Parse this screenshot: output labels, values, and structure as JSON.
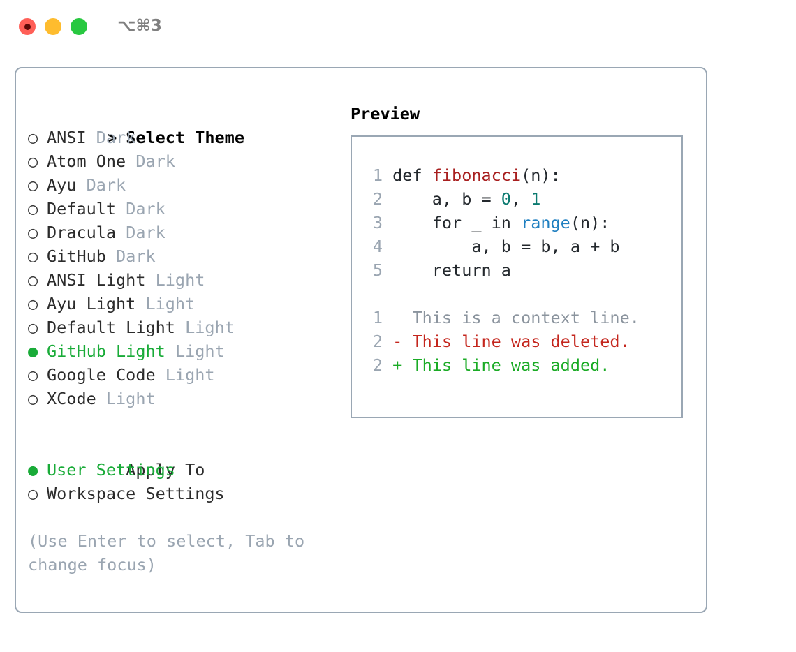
{
  "titlebar": {
    "shortcut": "⌥⌘3",
    "dots": [
      "close-red",
      "minimize-yellow",
      "maximize-green"
    ]
  },
  "left_panel": {
    "heading": {
      "prefix": "> ",
      "label": "Select Theme"
    },
    "themes": [
      {
        "bullet": "○",
        "name": "ANSI",
        "variant": "Dark",
        "selected": false
      },
      {
        "bullet": "○",
        "name": "Atom One",
        "variant": "Dark",
        "selected": false
      },
      {
        "bullet": "○",
        "name": "Ayu",
        "variant": "Dark",
        "selected": false
      },
      {
        "bullet": "○",
        "name": "Default",
        "variant": "Dark",
        "selected": false
      },
      {
        "bullet": "○",
        "name": "Dracula",
        "variant": "Dark",
        "selected": false
      },
      {
        "bullet": "○",
        "name": "GitHub",
        "variant": "Dark",
        "selected": false
      },
      {
        "bullet": "○",
        "name": "ANSI Light",
        "variant": "Light",
        "selected": false
      },
      {
        "bullet": "○",
        "name": "Ayu Light",
        "variant": "Light",
        "selected": false
      },
      {
        "bullet": "○",
        "name": "Default Light",
        "variant": "Light",
        "selected": false
      },
      {
        "bullet": "●",
        "name": "GitHub Light",
        "variant": "Light",
        "selected": true
      },
      {
        "bullet": "○",
        "name": "Google Code",
        "variant": "Light",
        "selected": false
      },
      {
        "bullet": "○",
        "name": "XCode",
        "variant": "Light",
        "selected": false
      }
    ],
    "apply_to": {
      "heading": "Apply To",
      "options": [
        {
          "bullet": "●",
          "name": "User Settings",
          "selected": true
        },
        {
          "bullet": "○",
          "name": "Workspace Settings",
          "selected": false
        }
      ]
    },
    "hint": "(Use Enter to select, Tab to change focus)"
  },
  "right_panel": {
    "title": "Preview",
    "code_lines": [
      {
        "num": "1",
        "segments": [
          {
            "t": "def ",
            "c": "plain"
          },
          {
            "t": "fibonacci",
            "c": "fn"
          },
          {
            "t": "(n):",
            "c": "plain"
          }
        ]
      },
      {
        "num": "2",
        "segments": [
          {
            "t": "    a, b = ",
            "c": "plain"
          },
          {
            "t": "0",
            "c": "num"
          },
          {
            "t": ", ",
            "c": "plain"
          },
          {
            "t": "1",
            "c": "num"
          }
        ]
      },
      {
        "num": "3",
        "segments": [
          {
            "t": "    for _ in ",
            "c": "plain"
          },
          {
            "t": "range",
            "c": "call"
          },
          {
            "t": "(n):",
            "c": "plain"
          }
        ]
      },
      {
        "num": "4",
        "segments": [
          {
            "t": "        a, b = b, a + b",
            "c": "plain"
          }
        ]
      },
      {
        "num": "5",
        "segments": [
          {
            "t": "    return a",
            "c": "plain"
          }
        ]
      }
    ],
    "diff_lines": [
      {
        "num": "1",
        "marker": "  ",
        "text": "This is a context line.",
        "kind": "ctx"
      },
      {
        "num": "2",
        "marker": "- ",
        "text": "This line was deleted.",
        "kind": "del"
      },
      {
        "num": "2",
        "marker": "+ ",
        "text": "This line was added.",
        "kind": "add"
      }
    ]
  },
  "colors": {
    "accent_green": "#19ab38",
    "border": "#9aa7b4",
    "muted": "#9aa5b1",
    "fn_red": "#a81f1f",
    "num_teal": "#0b7a70",
    "call_blue": "#1f7fc0",
    "diff_del": "#c4261d",
    "diff_add": "#1aab25"
  }
}
